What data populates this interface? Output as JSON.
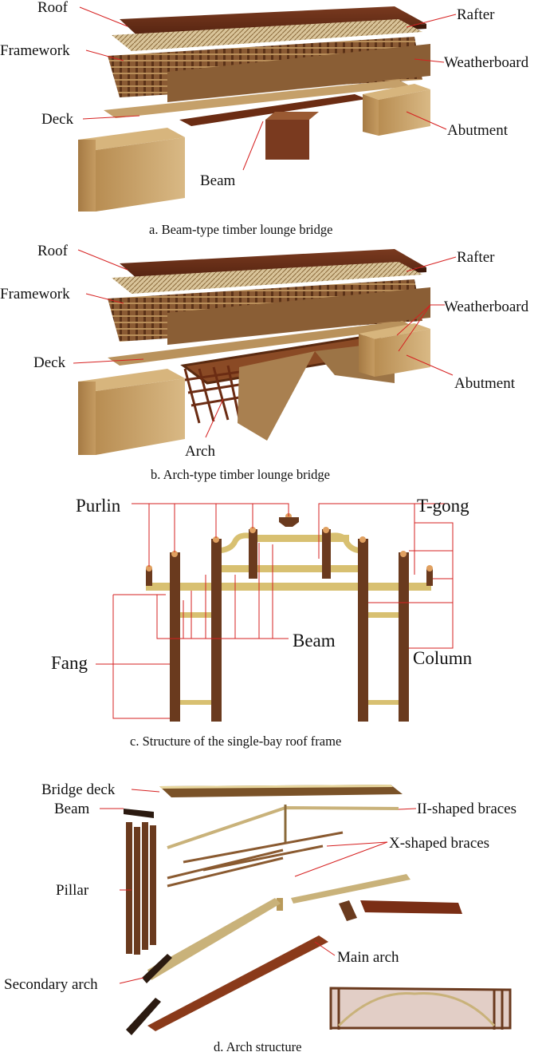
{
  "panel_a": {
    "caption": "a.   Beam-type timber lounge bridge",
    "labels": {
      "roof": "Roof",
      "rafter": "Rafter",
      "framework": "Framework",
      "weatherboard": "Weatherboard",
      "deck": "Deck",
      "abutment": "Abutment",
      "beam": "Beam"
    }
  },
  "panel_b": {
    "caption": "b.   Arch-type timber lounge bridge",
    "labels": {
      "roof": "Roof",
      "rafter": "Rafter",
      "framework": "Framework",
      "weatherboard": "Weatherboard",
      "deck": "Deck",
      "abutment": "Abutment",
      "arch": "Arch"
    }
  },
  "panel_c": {
    "caption": "c.   Structure of the single-bay roof frame",
    "labels": {
      "purlin": "Purlin",
      "t_gong": "T-gong",
      "beam": "Beam",
      "fang": "Fang",
      "column": "Column"
    }
  },
  "panel_d": {
    "caption": "d.   Arch structure",
    "labels": {
      "bridge_deck": "Bridge deck",
      "ii_braces": "II-shaped braces",
      "beam": "Beam",
      "x_braces": "X-shaped braces",
      "pillar": "Pillar",
      "main_arch": "Main arch",
      "secondary_arch": "Secondary arch"
    }
  },
  "colors": {
    "roof": "#6b2e17",
    "timber_dark": "#5a2a16",
    "timber_light": "#c9a865",
    "block": "#c4a064",
    "leader": "#d62020"
  }
}
